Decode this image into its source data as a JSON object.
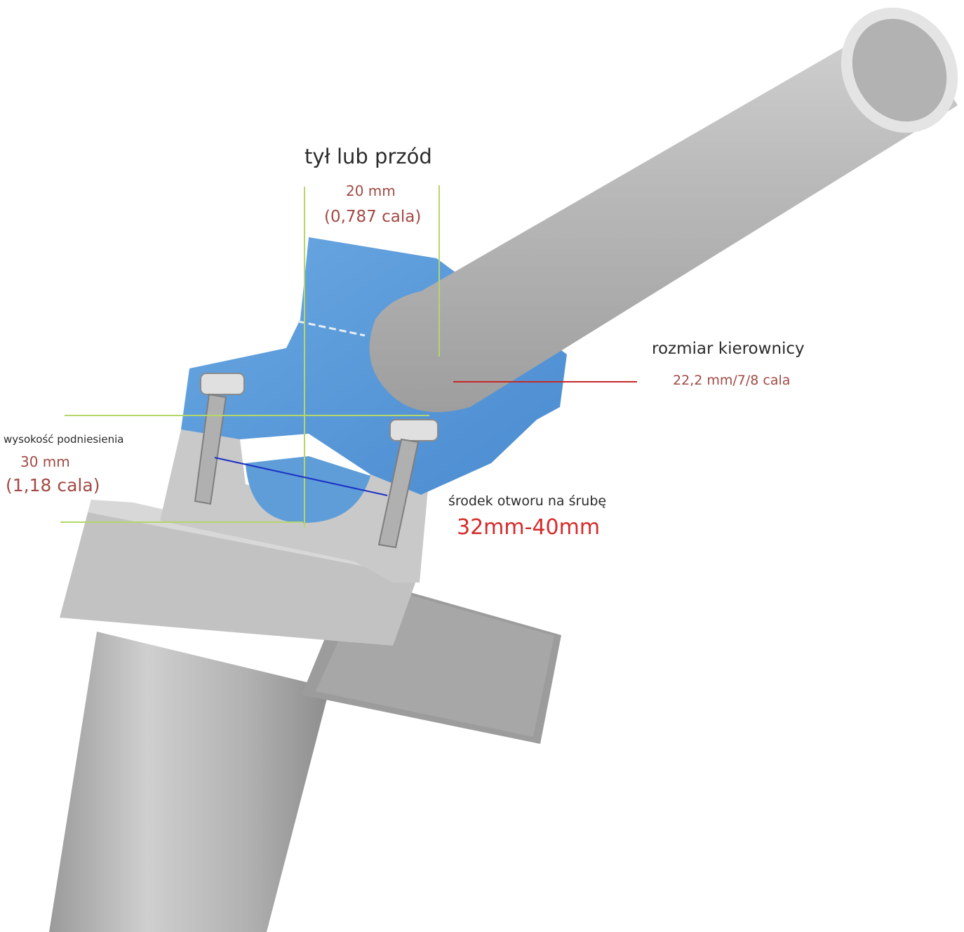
{
  "labels": {
    "back_or_front": "tył lub przód",
    "setback_mm": "20 mm",
    "setback_in": "(0,787 cala)",
    "bar_size": "rozmiar kierownicy",
    "bar_size_value": "22,2 mm/7/8 cala",
    "rise_height": "wysokość podniesienia",
    "rise_mm": "30 mm",
    "rise_in": "(1,18 cala)",
    "hole_center": "środek otworu na śrubę",
    "hole_center_value": "32mm-40mm"
  },
  "colors": {
    "riser_clamp": "#5a9bd8",
    "metal": "#c4c4c4",
    "guide_line": "#b4d66a",
    "bar_size_line": "#c62828",
    "hole_line": "#1c2fc4",
    "label_accent": "#a24a45",
    "hole_value": "#d62b2b"
  }
}
